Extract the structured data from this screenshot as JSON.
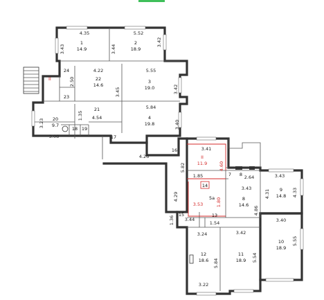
{
  "rooms": [
    {
      "id": "r1",
      "number": "1",
      "area": "14.9"
    },
    {
      "id": "r2",
      "number": "2",
      "area": "18.9"
    },
    {
      "id": "r3",
      "number": "3",
      "area": "19.0"
    },
    {
      "id": "r4",
      "number": "4",
      "area": "19.8"
    },
    {
      "id": "r5a",
      "number": "5a",
      "area": ""
    },
    {
      "id": "r7",
      "number": "7",
      "area": ""
    },
    {
      "id": "r8",
      "number": "8",
      "area": "14.6"
    },
    {
      "id": "r8top",
      "number": "8",
      "area": ""
    },
    {
      "id": "r9",
      "number": "9",
      "area": "14.8"
    },
    {
      "id": "r10",
      "number": "10",
      "area": "18.9"
    },
    {
      "id": "r11",
      "number": "11",
      "area": "18.9"
    },
    {
      "id": "r12",
      "number": "12",
      "area": "18.6"
    },
    {
      "id": "r13",
      "number": "13",
      "area": ""
    },
    {
      "id": "r14",
      "number": "14",
      "area": ""
    },
    {
      "id": "r15",
      "number": "15",
      "area": ""
    },
    {
      "id": "r16",
      "number": "16",
      "area": ""
    },
    {
      "id": "r17",
      "number": "17",
      "area": ""
    },
    {
      "id": "r18",
      "number": "18",
      "area": ""
    },
    {
      "id": "r19",
      "number": "19",
      "area": ""
    },
    {
      "id": "r20",
      "number": "20",
      "area": "9.7"
    },
    {
      "id": "r21",
      "number": "21",
      "area": "4.54"
    },
    {
      "id": "r22",
      "number": "22",
      "area": "14.6"
    },
    {
      "id": "r23",
      "number": "23",
      "area": ""
    },
    {
      "id": "r24",
      "number": "24",
      "area": ""
    },
    {
      "id": "rII",
      "number": "II",
      "area": "11.9"
    }
  ],
  "dimensions": [
    "4.35",
    "5.52",
    "3.43",
    "3.44",
    "3.42",
    "4.22",
    "5.55",
    "2.50",
    "3.45",
    "3.42",
    "1.35",
    "5.84",
    "3.23",
    "3.40",
    "3.08",
    "4.26",
    "3.41",
    "5.82",
    "4.60",
    "1.85",
    "2.64",
    "3.43",
    "3.43",
    "4.33",
    "4.29",
    "4.31",
    "4.86",
    "3.40",
    "3.53",
    "1.80",
    "1.36",
    "3.44",
    "1.54",
    "3.24",
    "3.42",
    "5.55",
    "5.84",
    "5.54",
    "3.22"
  ],
  "marks": {
    "stair_II": "II"
  }
}
